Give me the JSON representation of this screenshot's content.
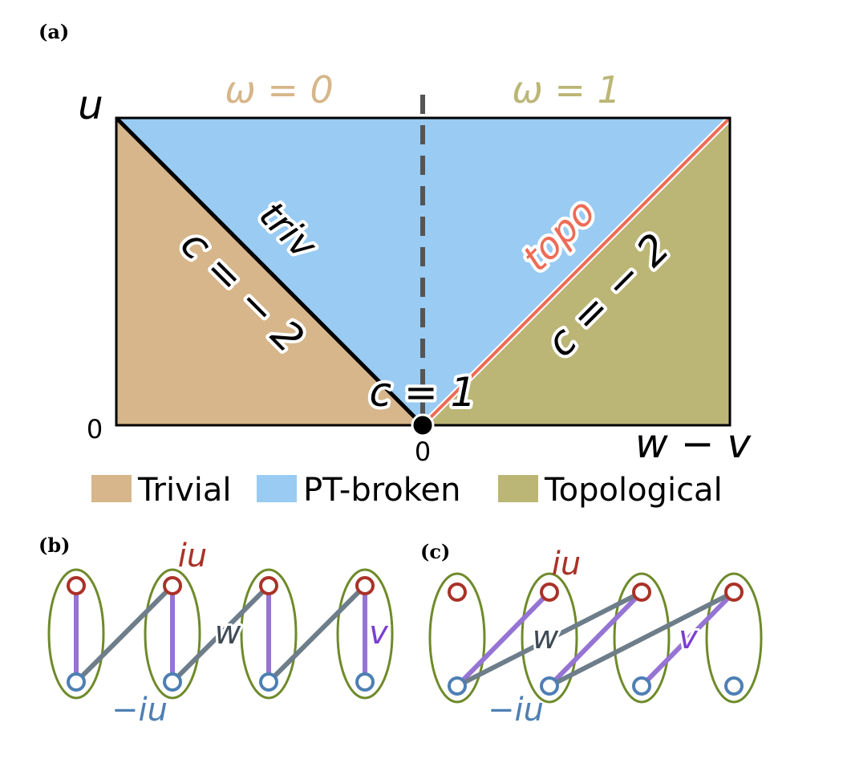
{
  "panel_labels": {
    "a": "(a)",
    "b": "(b)",
    "c": "(c)"
  },
  "phase_diagram": {
    "y_axis_label": "u",
    "x_axis_label": "w − v",
    "y_origin_tick": "0",
    "x_origin_tick": "0",
    "omega_left": "ω = 0",
    "omega_right": "ω = 1",
    "line_left_label": "triv",
    "line_right_label": "topo",
    "region_left_label": "c = − 2",
    "region_right_label": "c = − 2",
    "origin_label": "c = 1"
  },
  "legend": [
    {
      "label": "Trivial",
      "color": "#d6b68a"
    },
    {
      "label": "PT-broken",
      "color": "#99cbf3"
    },
    {
      "label": "Topological",
      "color": "#bcb676"
    }
  ],
  "colors": {
    "trivial": "#d6b68a",
    "pt_broken": "#99cbf3",
    "topological": "#bcb676",
    "omega_left": "#d6b68a",
    "omega_right": "#bcb676",
    "topo_line": "#ee6b55",
    "gain_site": "#aa3228",
    "loss_site": "#4e7fb4",
    "v_bond": "#9574d4",
    "w_bond": "#6e7d8a",
    "cell_outline": "#6e8a2a"
  },
  "lattice_b": {
    "gain_label": "iu",
    "loss_label": "−iu",
    "w_label": "w",
    "v_label": "v"
  },
  "lattice_c": {
    "gain_label": "iu",
    "loss_label": "−iu",
    "w_label": "w",
    "v_label": "v"
  }
}
